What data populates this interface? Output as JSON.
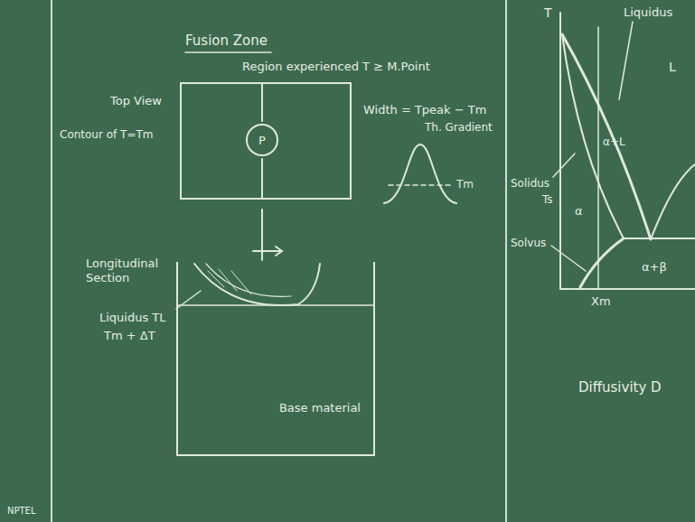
{
  "diagram": {
    "title": "Fusion Zone",
    "nodes": [
      {
        "text": [
          "P"
        ]
      },
      {
        "text": [
          "Base material"
        ]
      }
    ],
    "labels": [
      "Region experienced T ≥ M.Point",
      "Top View",
      "Contour of T=Tm",
      "Width = Tpeak − Tm",
      "Th. Gradient",
      "Tm",
      "Longitudinal Section",
      "Liquidus TL",
      "Tm + ΔT",
      "T",
      "Liquidus",
      "L",
      "α+L",
      "Solidus",
      "Ts",
      "α",
      "Solvus",
      "α+β",
      "Xm",
      "Diffusivity D",
      "NPTEL"
    ]
  }
}
